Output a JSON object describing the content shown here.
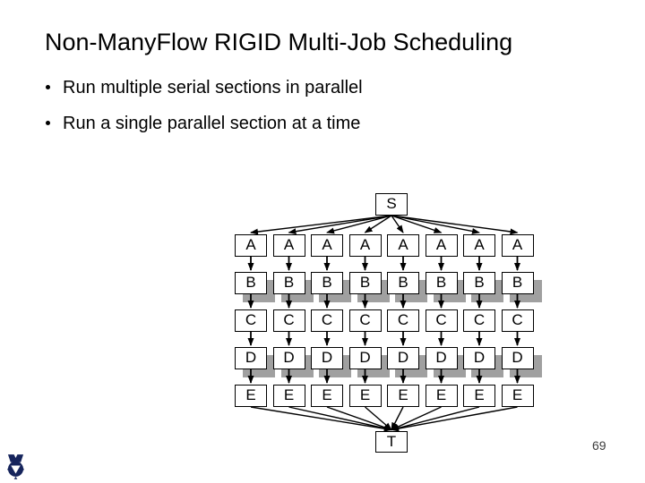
{
  "slide": {
    "title": "Non-ManyFlow RIGID Multi-Job Scheduling",
    "bullets": [
      "Run multiple serial sections in parallel",
      "Run a single parallel section at a time"
    ],
    "page_number": "69"
  },
  "diagram": {
    "source_label": "S",
    "sink_label": "T",
    "stage_labels": [
      "A",
      "B",
      "C",
      "D",
      "E"
    ],
    "num_pipelines": 8,
    "shadow_stages": [
      "B",
      "D"
    ],
    "colors": {
      "box_fill": "#ffffff",
      "box_border": "#000000",
      "line": "#000000",
      "shadow": "#a0a0a0"
    }
  },
  "footer": {
    "logo_icon": "technion-logo",
    "logo_color": "#16245c"
  }
}
